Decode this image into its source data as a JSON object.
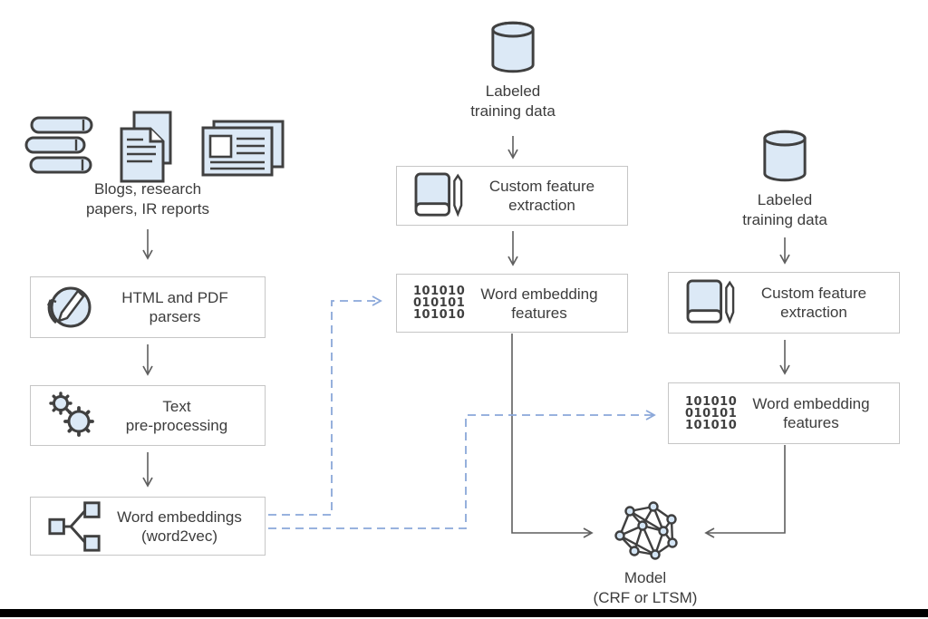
{
  "colors": {
    "box_border": "#c6c6c6",
    "line_color": "#5f5f5f",
    "dashed_color": "#8aa7d9",
    "icon_stroke": "#404040",
    "icon_fill": "#dce9f6",
    "text_color": "#3c3c3c",
    "bar_color": "#000000"
  },
  "left_column": {
    "sources_caption": {
      "line1": "Blogs, research",
      "line2": "papers, IR reports"
    },
    "parsers_box": {
      "line1": "HTML and PDF",
      "line2": "parsers"
    },
    "preprocessing_box": {
      "line1": "Text",
      "line2": "pre-processing"
    },
    "embeddings_box": {
      "line1": "Word embeddings",
      "line2": "(word2vec)"
    }
  },
  "middle_column": {
    "datastore_caption": {
      "line1": "Labeled",
      "line2": "training data"
    },
    "feature_box": {
      "line1": "Custom feature",
      "line2": "extraction"
    },
    "embedding_features_box": {
      "line1": "Word embedding",
      "line2": "features"
    }
  },
  "right_column": {
    "datastore_caption": {
      "line1": "Labeled",
      "line2": "training data"
    },
    "feature_box": {
      "line1": "Custom feature",
      "line2": "extraction"
    },
    "embedding_features_box": {
      "line1": "Word embedding",
      "line2": "features"
    }
  },
  "model": {
    "caption": {
      "line1": "Model",
      "line2": "(CRF or LTSM)"
    }
  },
  "binary_icon": {
    "row1": "101010",
    "row2": "010101",
    "row3": "101010"
  }
}
